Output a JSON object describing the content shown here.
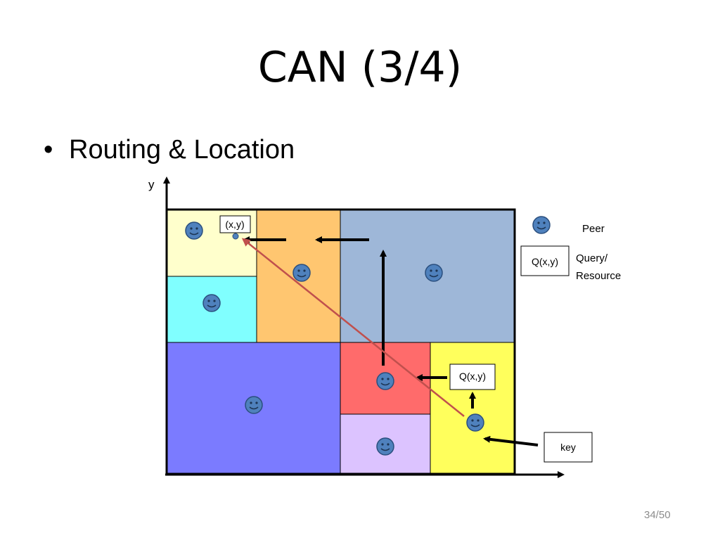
{
  "slide": {
    "title": "CAN (3/4)",
    "bullet": "Routing & Location",
    "page_number": "34/50"
  },
  "diagram": {
    "y_axis_label": "y",
    "point_label": "(x,y)",
    "query_label": "Q(x,y)",
    "key_label": "key",
    "legend": {
      "peer": "Peer",
      "query_box": "Q(x,y)",
      "query_line1": "Query/",
      "query_line2": "Resource"
    },
    "colors": {
      "zone_top_left": "#ffffcc",
      "zone_cyan": "#80ffff",
      "zone_orange": "#ffc670",
      "zone_steel_blue": "#9eb7d8",
      "zone_blue": "#7b7bff",
      "zone_red": "#ff6b6b",
      "zone_lavender": "#dcc3ff",
      "zone_yellow": "#ffff5c",
      "peer": "#4f81bd",
      "route_line": "#c0504d"
    }
  }
}
